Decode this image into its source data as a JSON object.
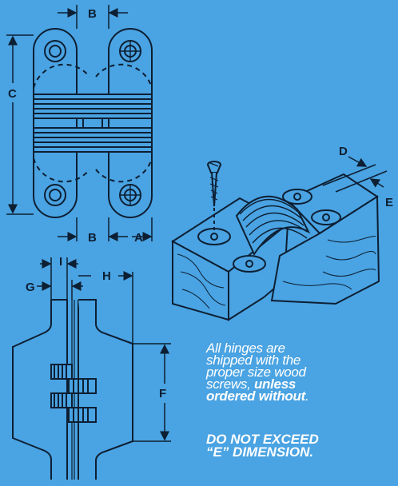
{
  "labels": {
    "b_top": "B",
    "c": "C",
    "b_bottom": "B",
    "a": "A",
    "i": "I",
    "g": "G",
    "h": "H",
    "f": "F",
    "d": "D",
    "e": "E"
  },
  "note": {
    "line1": "All hinges are",
    "line2": "shipped with the",
    "line3": "proper size wood",
    "line4_prefix": "screws, ",
    "emphasis1": "unless",
    "emphasis2": "ordered without",
    "period": "."
  },
  "warning": {
    "line1": "DO NOT EXCEED",
    "line2": "“E” DIMENSION."
  },
  "colors": {
    "background": "#4aa3e2",
    "line": "#0d1f33",
    "note_text": "#ffffff"
  }
}
